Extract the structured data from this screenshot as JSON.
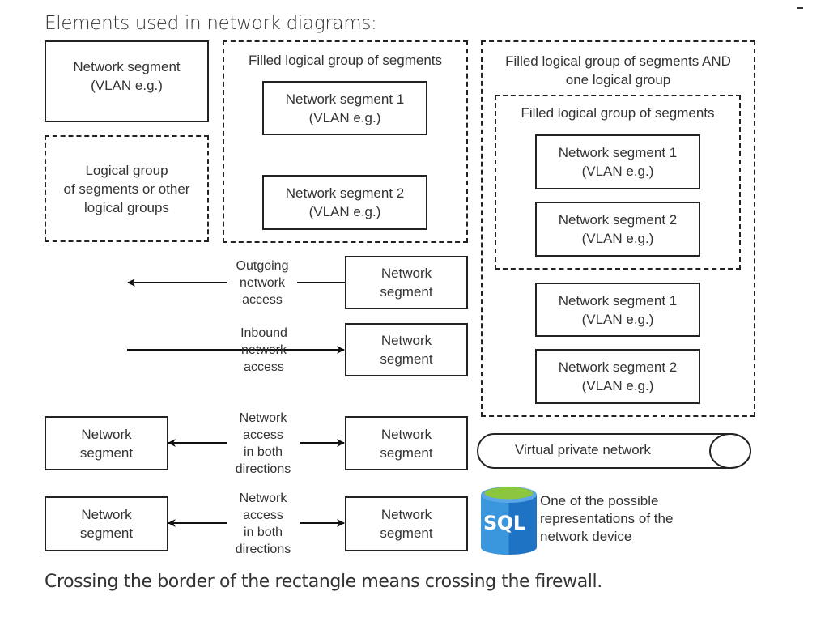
{
  "title": "Elements used in network diagrams:",
  "footer": "Crossing the border of the rectangle means crossing the firewall.",
  "legend": {
    "network_segment": "Network segment\n(VLAN e.g.)",
    "logical_group": "Logical group\nof segments or other\nlogical groups"
  },
  "filled_group": {
    "label": "Filled logical group of segments",
    "segments": [
      "Network segment 1\n(VLAN e.g.)",
      "Network segment 2\n(VLAN e.g.)"
    ]
  },
  "combined_group": {
    "label": "Filled logical group of segments AND\none logical group",
    "inner_group": {
      "label": "Filled logical group of segments",
      "segments": [
        "Network segment 1\n(VLAN e.g.)",
        "Network segment 2\n(VLAN e.g.)"
      ]
    },
    "segments": [
      "Network segment 1\n(VLAN e.g.)",
      "Network segment 2\n(VLAN e.g.)"
    ]
  },
  "connections": {
    "outgoing": {
      "label": "Outgoing\nnetwork\naccess",
      "segment": "Network\nsegment"
    },
    "inbound": {
      "label": "Inbound\nnetwork\naccess",
      "segment": "Network\nsegment"
    },
    "both_1": {
      "label": "Network\naccess\nin both\ndirections",
      "left_segment": "Network\nsegment",
      "right_segment": "Network\nsegment"
    },
    "both_2": {
      "label": "Network\naccess\nin both\ndirections",
      "left_segment": "Network\nsegment",
      "right_segment": "Network\nsegment"
    }
  },
  "vpn": {
    "label": "Virtual private network"
  },
  "device": {
    "icon_text": "SQL",
    "icon": "sql-database-icon",
    "caption": "One of the possible\nrepresentations of the\nnetwork device",
    "colors": {
      "top": "#8cc63f",
      "body_light": "#3a96dd",
      "body_dark": "#1f73c4"
    }
  }
}
